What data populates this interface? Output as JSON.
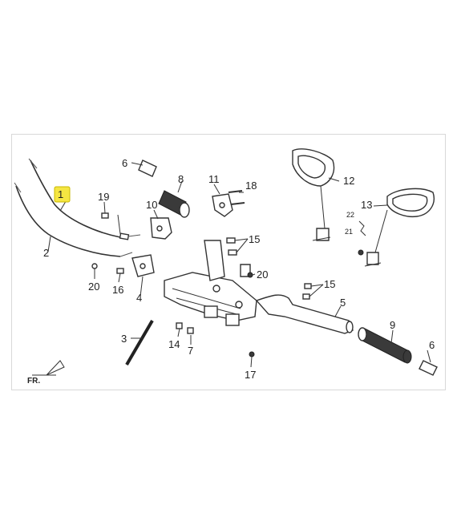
{
  "callouts": {
    "c1": "1",
    "c2": "2",
    "c3": "3",
    "c4": "4",
    "c5": "5",
    "c6a": "6",
    "c6b": "6",
    "c7": "7",
    "c8": "8",
    "c9": "9",
    "c10": "10",
    "c11": "11",
    "c12": "12",
    "c13": "13",
    "c14": "14",
    "c15a": "15",
    "c15b": "15",
    "c16": "16",
    "c17": "17",
    "c18": "18",
    "c19": "19",
    "c20a": "20",
    "c20b": "20",
    "c21": "21",
    "c22": "22"
  },
  "direction_label": "FR.",
  "highlight_color": "#f5e642",
  "line_color": "#333333"
}
